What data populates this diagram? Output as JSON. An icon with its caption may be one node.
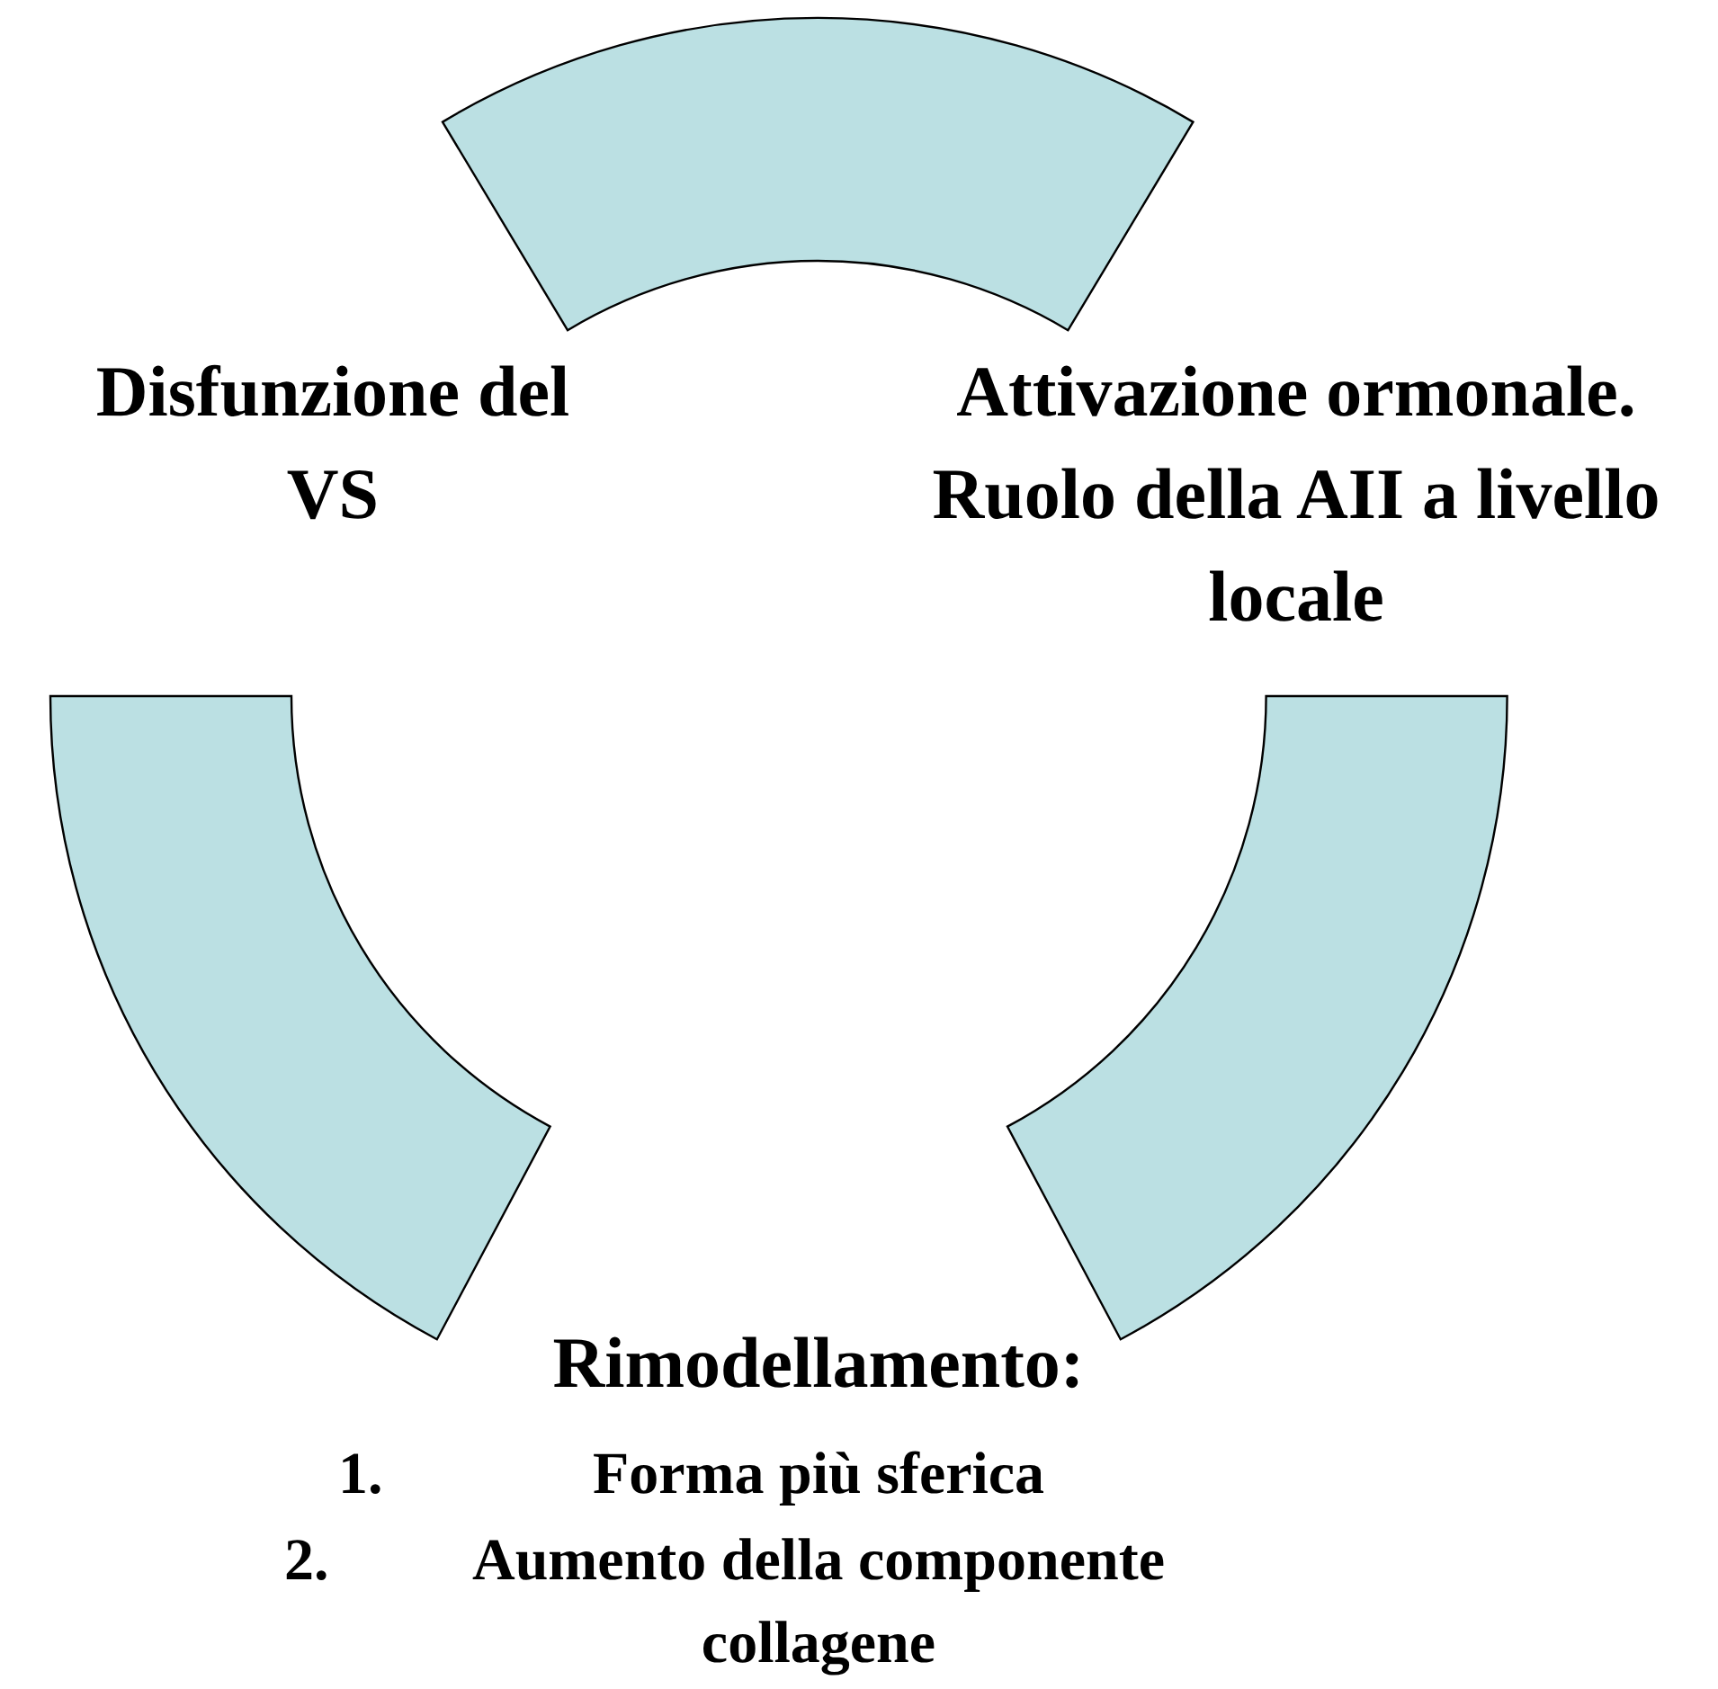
{
  "diagram": {
    "nodes": [
      {
        "text": [],
        "shape": "arc"
      },
      {
        "text": [
          "Disfunzione del VS"
        ]
      },
      {
        "text": [
          "Attivazione ormonale. Ruolo della AII a livello locale"
        ]
      },
      {
        "text": [],
        "shape": "arc"
      },
      {
        "text": [],
        "shape": "arc"
      },
      {
        "text": [
          "Rimodellamento:",
          "1.",
          "Forma più sferica",
          "2.",
          "Aumento della componente collagene"
        ]
      }
    ]
  }
}
